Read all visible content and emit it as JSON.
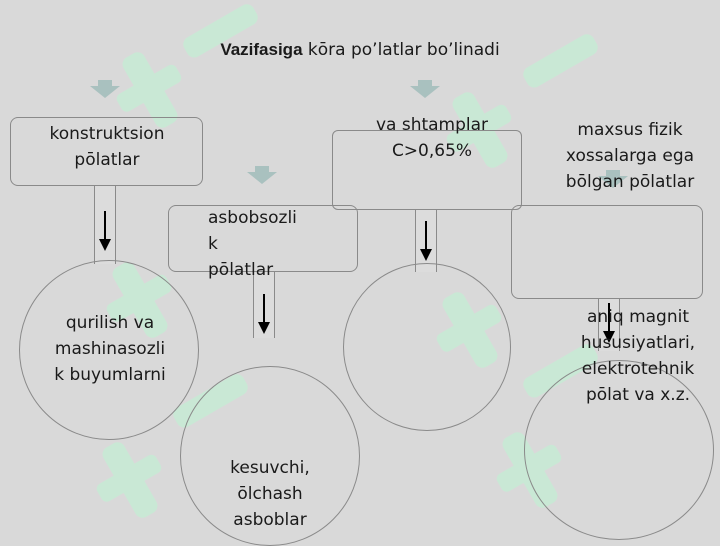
{
  "title": {
    "bold": "Vazifasiga",
    "rest": " kōra po’latlar bo’linadi"
  },
  "nodes": {
    "konstruktsion": "konstruktsion\npōlatlar",
    "asbobsozlik": "asbobsozli\nk\npōlatlar",
    "shtamplar": "va shtamplar\nC>0,65%",
    "maxsus": "maxsus fizik\nxossalarga ega\nbōlgan pōlatlar"
  },
  "leaves": {
    "qurilish": "qurilish va\nmashinasozli\nk buyumlarni",
    "kesuvchi": "kesuvchi,\nōlchash\nasboblar",
    "magnit": "anіq magnit\nhususiyatlari,\nelektrotehnik\npōlat va x.z."
  },
  "colors": {
    "background": "#d9d9d9",
    "arrow_fill": "#a9c1bf",
    "watermark": "#c8ebd6"
  }
}
